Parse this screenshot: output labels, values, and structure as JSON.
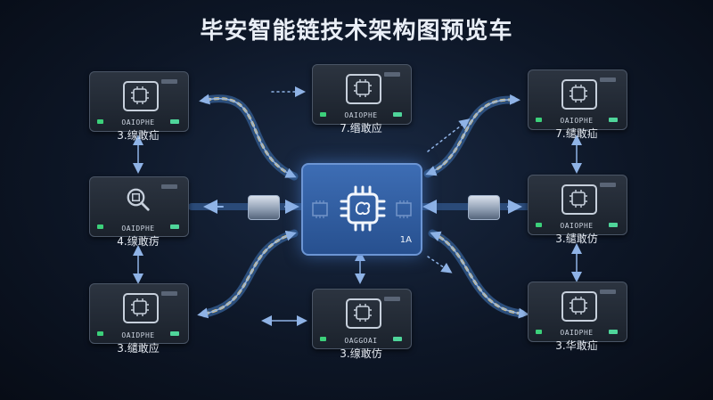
{
  "title": "毕安智能链技术架构图预览车",
  "center": {
    "label": "1A",
    "icon": "circuit-chip-icon"
  },
  "nodes": [
    {
      "id": "top-left",
      "small": "OAIOPHE",
      "main": "3.缐敢疝",
      "icon": "circuit-chip-icon"
    },
    {
      "id": "mid-left",
      "small": "OAIDPHE",
      "main": "4.缐敢疠",
      "icon": "magnifier-icon"
    },
    {
      "id": "bottom-left",
      "small": "OAIDPHE",
      "main": "3.缱敢应",
      "icon": "circuit-chip-icon"
    },
    {
      "id": "top-center",
      "small": "OAIOPHE",
      "main": "7.缗敢应",
      "icon": "circuit-chip-icon"
    },
    {
      "id": "bottom-center",
      "small": "OAGGOAI",
      "main": "3.缐敢仿",
      "icon": "circuit-chip-icon"
    },
    {
      "id": "top-right",
      "small": "OAIOPHE",
      "main": "7.缱敢疝",
      "icon": "circuit-chip-icon"
    },
    {
      "id": "mid-right",
      "small": "OAIOPHE",
      "main": "3.缱敢仿",
      "icon": "circuit-chip-icon"
    },
    {
      "id": "bottom-right",
      "small": "OAIDPHE",
      "main": "3.华敢疝",
      "icon": "circuit-chip-icon"
    }
  ],
  "colors": {
    "accent": "#3d6db4",
    "arrow": "#8fb3e6",
    "background": "#0d1626"
  }
}
